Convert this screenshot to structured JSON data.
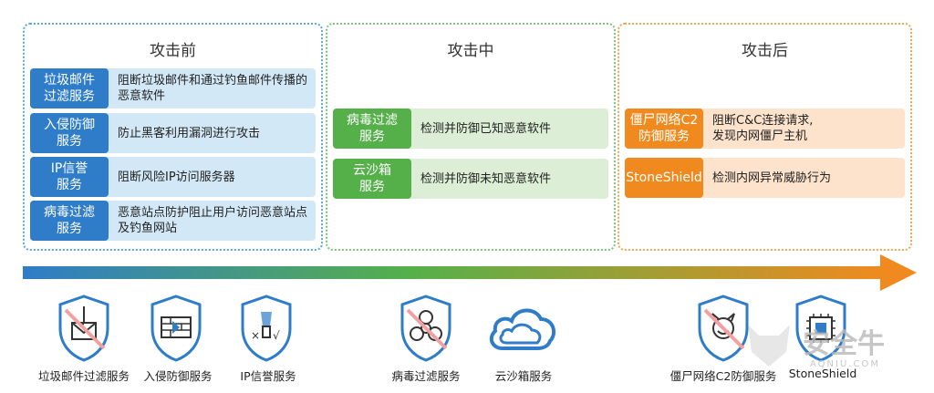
{
  "stages": {
    "before": {
      "title": "攻击前",
      "rows": [
        {
          "tag": "垃圾邮件\n过滤服务",
          "desc": "阻断垃圾邮件和通过钓鱼邮件传播的恶意软件"
        },
        {
          "tag": "入侵防御\n服务",
          "desc": "防止黑客利用漏洞进行攻击"
        },
        {
          "tag": "IP信誉\n服务",
          "desc": "阻断风险IP访问服务器"
        },
        {
          "tag": "病毒过滤\n服务",
          "desc": "恶意站点防护阻止用户访问恶意站点及钓鱼网站"
        }
      ]
    },
    "during": {
      "title": "攻击中",
      "rows": [
        {
          "tag": "病毒过滤\n服务",
          "desc": "检测并防御已知恶意软件"
        },
        {
          "tag": "云沙箱\n服务",
          "desc": "检测并防御未知恶意软件"
        }
      ]
    },
    "after": {
      "title": "攻击后",
      "rows": [
        {
          "tag": "僵尸网络C2\n防御服务",
          "desc": "阻断C&C连接请求,\n发现内网僵尸主机"
        },
        {
          "tag": "StoneShield",
          "desc": "检测内网异常威胁行为"
        }
      ]
    }
  },
  "icons": [
    {
      "label": "垃圾邮件过滤服务",
      "icon": "mail-filter-shield-icon"
    },
    {
      "label": "入侵防御服务",
      "icon": "firewall-shield-icon"
    },
    {
      "label": "IP信誉服务",
      "icon": "ip-reputation-shield-icon"
    },
    {
      "label": "病毒过滤服务",
      "icon": "biohazard-shield-icon"
    },
    {
      "label": "云沙箱服务",
      "icon": "cloud-icon"
    },
    {
      "label": "僵尸网络C2防御服务",
      "icon": "devil-shield-icon"
    },
    {
      "label": "StoneShield",
      "icon": "chip-shield-icon"
    }
  ],
  "watermark": {
    "text": "安全牛",
    "sub": "AQNIU.COM"
  },
  "colors": {
    "blue": "#2f7cc8",
    "green": "#55b04a",
    "orange": "#f08a1f"
  }
}
